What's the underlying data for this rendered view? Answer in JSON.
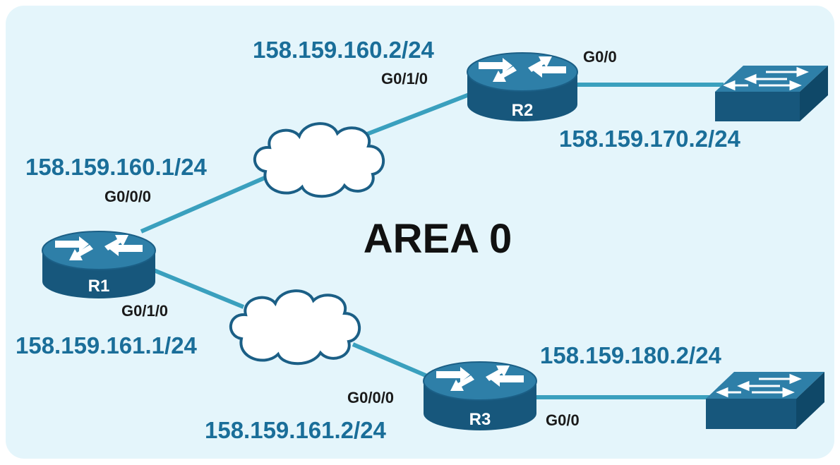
{
  "diagram": {
    "area_label": "AREA 0",
    "colors": {
      "background": "#e4f5fb",
      "link": "#3aa0be",
      "device_top": "#2e7fa8",
      "device_side": "#17577c",
      "ip_text": "#1a6e99",
      "cloud": "#ffffff"
    },
    "routers": [
      {
        "id": "r1",
        "label": "R1"
      },
      {
        "id": "r2",
        "label": "R2"
      },
      {
        "id": "r3",
        "label": "R3"
      }
    ],
    "interfaces": {
      "r1_g000": {
        "port": "G0/0/0",
        "ip": "158.159.160.1/24"
      },
      "r1_g010": {
        "port": "G0/1/0",
        "ip": "158.159.161.1/24"
      },
      "r2_g010": {
        "port": "G0/1/0",
        "ip": "158.159.160.2/24"
      },
      "r2_g00": {
        "port": "G0/0",
        "ip": "158.159.170.2/24"
      },
      "r3_g000": {
        "port": "G0/0/0",
        "ip": "158.159.161.2/24"
      },
      "r3_g00": {
        "port": "G0/0",
        "ip": "158.159.180.2/24"
      }
    },
    "icons": [
      "router-icon",
      "switch-icon",
      "cloud-icon"
    ]
  }
}
